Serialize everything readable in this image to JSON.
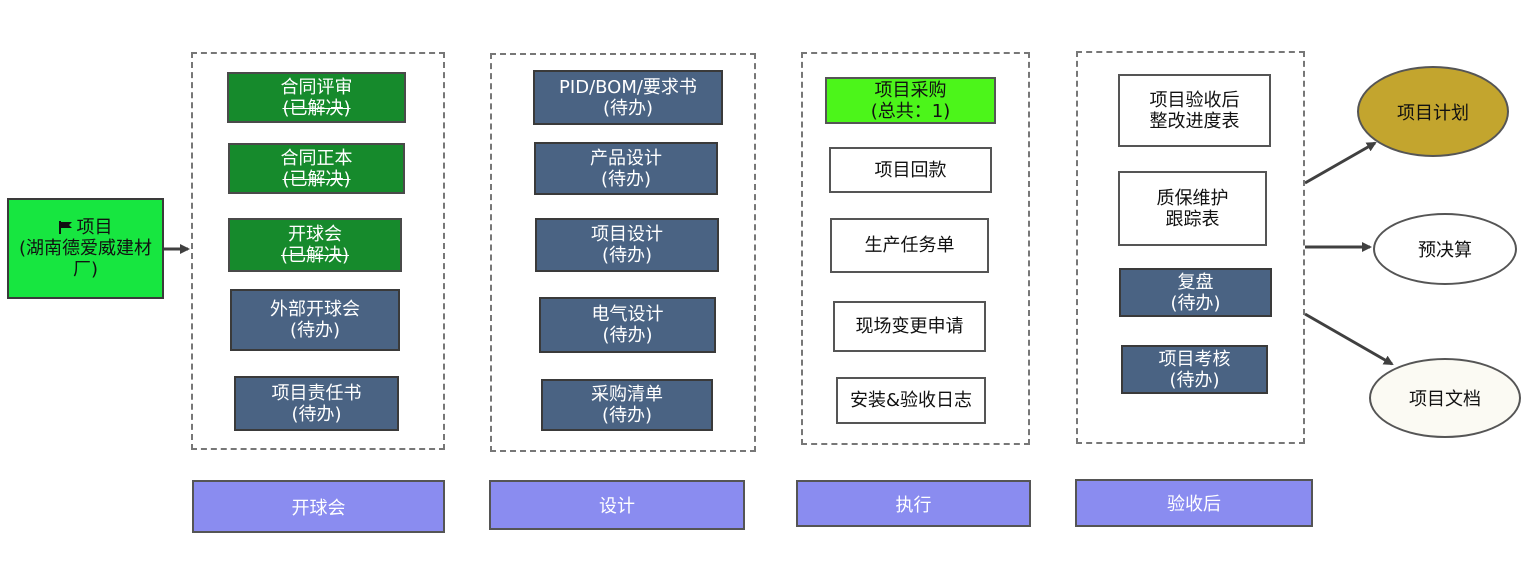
{
  "root": {
    "icon": "flag-icon",
    "line1": "项目",
    "line2": "(湖南德爱威建材厂)"
  },
  "groups": {
    "kickoff": {
      "items": [
        {
          "title": "合同评审",
          "status": "(已解决)"
        },
        {
          "title": "合同正本",
          "status": "(已解决)"
        },
        {
          "title": "开球会",
          "status": "(已解决)"
        },
        {
          "title": "外部开球会",
          "status": "(待办)"
        },
        {
          "title": "项目责任书",
          "status": "(待办)"
        }
      ],
      "phase_label": "开球会"
    },
    "design": {
      "items": [
        {
          "title": "PID/BOM/要求书",
          "status": "(待办)"
        },
        {
          "title": "产品设计",
          "status": "(待办)"
        },
        {
          "title": "项目设计",
          "status": "(待办)"
        },
        {
          "title": "电气设计",
          "status": "(待办)"
        },
        {
          "title": "采购清单",
          "status": "(待办)"
        }
      ],
      "phase_label": "设计"
    },
    "execution": {
      "items": [
        {
          "title": "项目采购",
          "status": "(总共：1)"
        },
        {
          "title": "项目回款"
        },
        {
          "title": "生产任务单"
        },
        {
          "title": "现场变更申请"
        },
        {
          "title": "安装&验收日志"
        }
      ],
      "phase_label": "执行"
    },
    "acceptance": {
      "items": [
        {
          "title": "项目验收后",
          "title2": "整改进度表"
        },
        {
          "title": "质保维护",
          "title2": "跟踪表"
        },
        {
          "title": "复盘",
          "status": "(待办)"
        },
        {
          "title": "项目考核",
          "status": "(待办)"
        }
      ],
      "phase_label": "验收后"
    }
  },
  "outputs": [
    {
      "label": "项目计划"
    },
    {
      "label": "预决算"
    },
    {
      "label": "项目文档"
    }
  ],
  "colors": {
    "resolved": "#168a2c",
    "todo": "#4a6383",
    "active": "#4cf51a",
    "root": "#17e640",
    "phase": "#8a8cf0",
    "plan": "#c3a52e",
    "doc_bg": "#fbfaf3"
  }
}
